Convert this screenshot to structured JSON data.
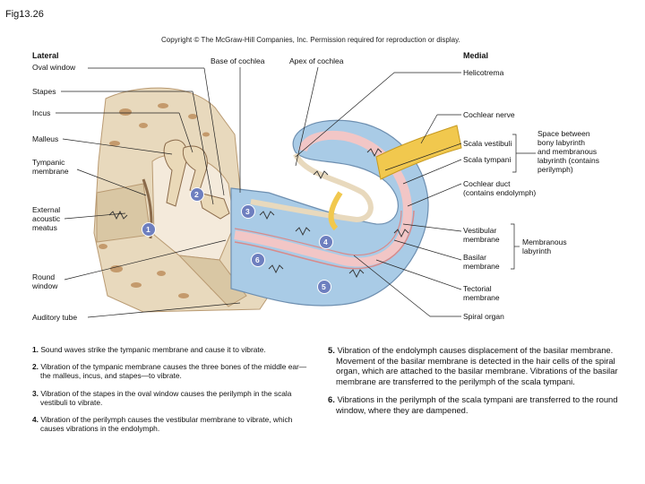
{
  "figure_id": "Fig13.26",
  "copyright": "Copyright © The McGraw-Hill Companies, Inc. Permission required for reproduction or display.",
  "headers": {
    "lateral": "Lateral",
    "medial": "Medial"
  },
  "left_labels": {
    "oval_window": "Oval window",
    "stapes": "Stapes",
    "incus": "Incus",
    "malleus": "Malleus",
    "tympanic_membrane": [
      "Tympanic",
      "membrane"
    ],
    "external_acoustic_meatus": [
      "External",
      "acoustic",
      "meatus"
    ],
    "round_window": [
      "Round",
      "window"
    ],
    "auditory_tube": "Auditory tube"
  },
  "top_labels": {
    "base_of_cochlea": "Base of cochlea",
    "apex_of_cochlea": "Apex of cochlea"
  },
  "right_labels": {
    "helicotrema": "Helicotrema",
    "cochlear_nerve": "Cochlear nerve",
    "scala_vestibuli": "Scala vestibuli",
    "scala_tympani": "Scala tympani",
    "space_between": [
      "Space between",
      "bony labyrinth",
      "and membranous",
      "labyrinth (contains",
      "perilymph)"
    ],
    "cochlear_duct": [
      "Cochlear duct",
      "(contains endolymph)"
    ],
    "vestibular_membrane": [
      "Vestibular",
      "membrane"
    ],
    "basilar_membrane": [
      "Basilar",
      "membrane"
    ],
    "membranous_labyrinth": [
      "Membranous",
      "labyrinth"
    ],
    "tectorial_membrane": [
      "Tectorial",
      "membrane"
    ],
    "spiral_organ": "Spiral organ"
  },
  "step_markers": [
    "1",
    "2",
    "3",
    "4",
    "5",
    "6"
  ],
  "steps": [
    {
      "num": "1.",
      "text": "Sound waves strike the tympanic membrane and cause it to vibrate."
    },
    {
      "num": "2.",
      "text": "Vibration of the tympanic membrane causes the three bones of the middle ear—the malleus, incus, and stapes—to vibrate."
    },
    {
      "num": "3.",
      "text": "Vibration of the stapes in the oval window causes the perilymph in the scala vestibuli to vibrate."
    },
    {
      "num": "4.",
      "text": "Vibration of the perilymph causes the vestibular membrane to vibrate, which causes vibrations in the endolymph."
    },
    {
      "num": "5.",
      "text": "Vibration of the endolymph causes displacement of the basilar membrane.  Movement of the basilar membrane is detected in the hair cells of the spiral organ, which are attached to the basilar membrane. Vibrations of the basilar membrane are transferred to the perilymph of the scala tympani."
    },
    {
      "num": "6.",
      "text": "Vibrations in the perilymph of the scala tympani are transferred to the round window, where they are dampened."
    }
  ],
  "colors": {
    "bone": "#e8d9bd",
    "bone_dark": "#c49a6c",
    "perilymph": "#a9cbe6",
    "duct": "#f2c6c6",
    "nerve": "#f1c84e",
    "marker": "#6e7fbf"
  }
}
